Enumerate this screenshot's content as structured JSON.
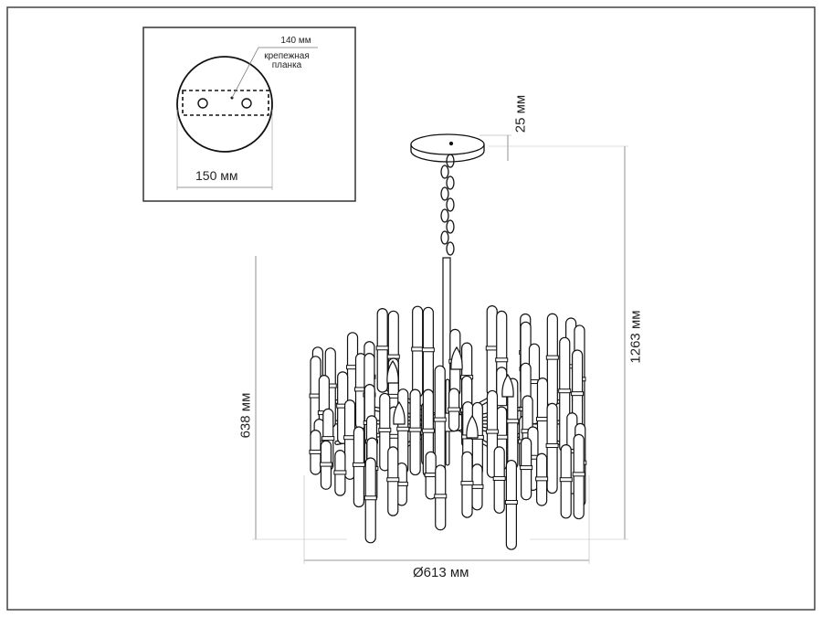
{
  "inset": {
    "bar_length": "140 мм",
    "bar_label": "крепежная планка",
    "canopy_diameter": "150 мм"
  },
  "dimensions": {
    "canopy_height": "25 мм",
    "total_height": "1263 мм",
    "body_height": "638 мм",
    "diameter": "Ø613 мм"
  }
}
